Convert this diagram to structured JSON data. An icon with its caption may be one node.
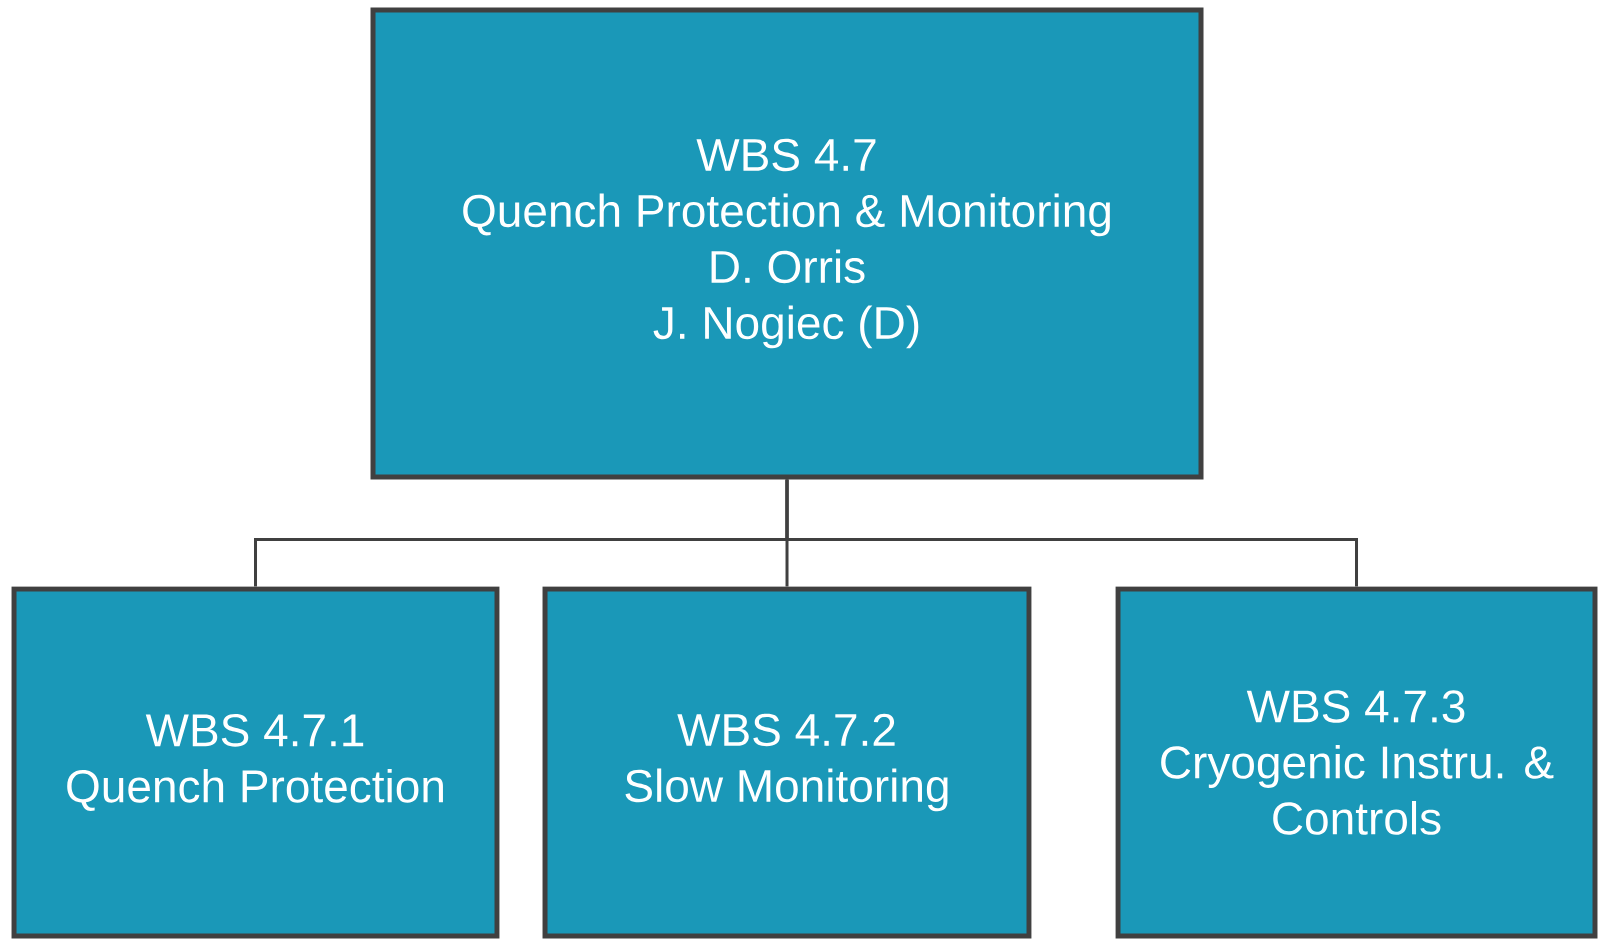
{
  "diagram": {
    "nodes": [
      {
        "text": [
          "WBS 4.7",
          "Quench Protection & Monitoring",
          "D. Orris",
          "J. Nogiec (D)"
        ]
      },
      {
        "text": [
          "WBS 4.7.1",
          "Quench Protection"
        ]
      },
      {
        "text": [
          "WBS 4.7.2",
          "Slow Monitoring"
        ]
      },
      {
        "text": [
          "WBS 4.7.3",
          "Cryogenic Instru. & Controls"
        ]
      }
    ],
    "edges": [
      {
        "from": 0,
        "to": 1,
        "arrow": "none"
      },
      {
        "from": 0,
        "to": 2,
        "arrow": "none"
      },
      {
        "from": 0,
        "to": 3,
        "arrow": "none"
      }
    ]
  }
}
